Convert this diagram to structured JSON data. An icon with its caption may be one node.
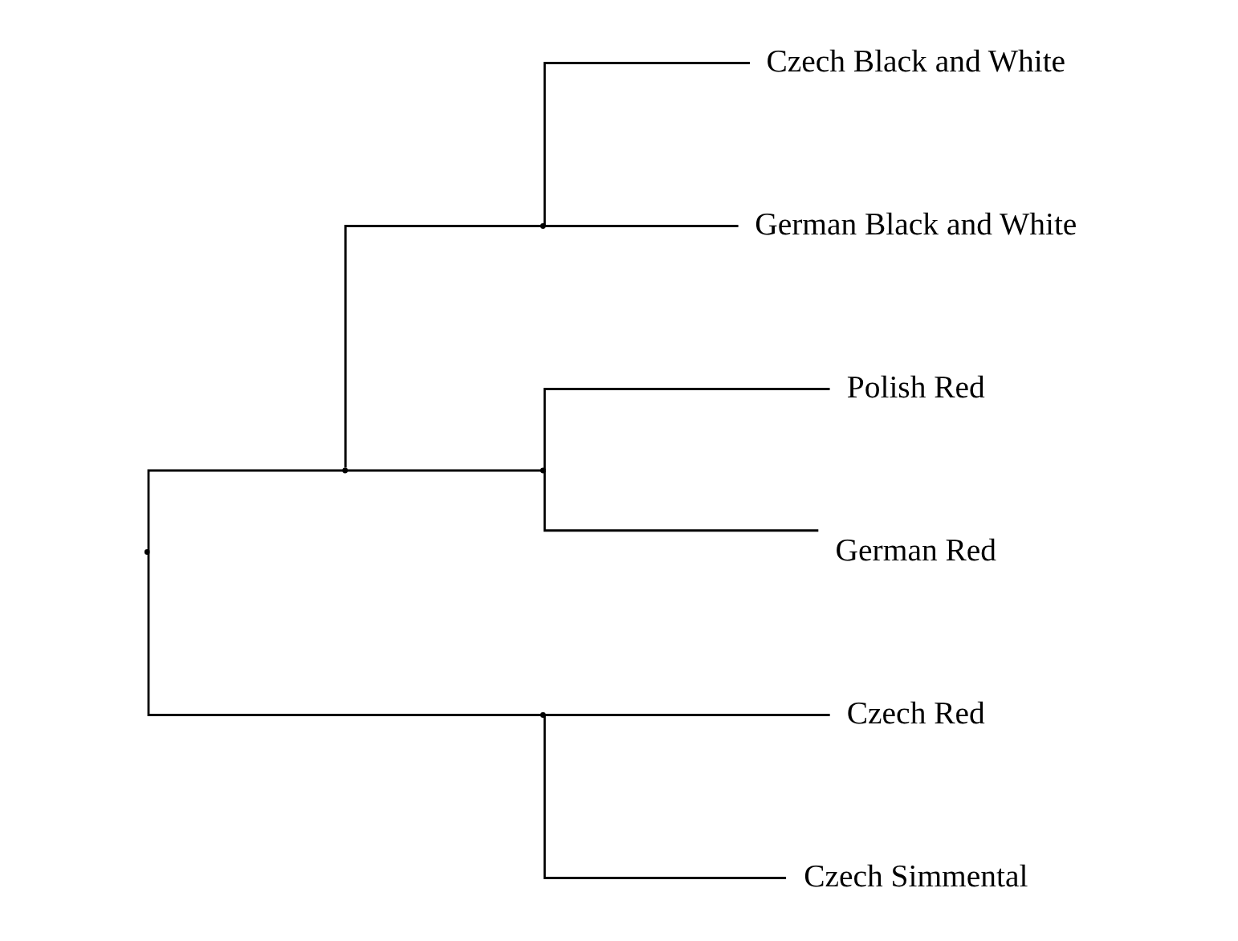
{
  "diagram": {
    "nodes": [
      {
        "text": [],
        "shape": "point"
      },
      {
        "text": [],
        "shape": "point"
      },
      {
        "text": [],
        "shape": "point"
      },
      {
        "text": [],
        "shape": "point"
      },
      {
        "text": [],
        "shape": "point"
      },
      {
        "text": [
          "Czech Black and White"
        ]
      },
      {
        "text": [
          "German Black and White"
        ]
      },
      {
        "text": [
          "Polish Red"
        ]
      },
      {
        "text": [
          "German Red"
        ]
      },
      {
        "text": [
          "Czech Red"
        ]
      },
      {
        "text": [
          "Czech Simmental"
        ]
      }
    ],
    "edges": [
      {
        "from": 0,
        "to": 1,
        "arrow": "none"
      },
      {
        "from": 0,
        "to": 4,
        "arrow": "none"
      },
      {
        "from": 1,
        "to": 2,
        "arrow": "none"
      },
      {
        "from": 1,
        "to": 3,
        "arrow": "none"
      },
      {
        "from": 2,
        "to": 5,
        "arrow": "none"
      },
      {
        "from": 2,
        "to": 6,
        "arrow": "none"
      },
      {
        "from": 3,
        "to": 7,
        "arrow": "none"
      },
      {
        "from": 3,
        "to": 8,
        "arrow": "none"
      },
      {
        "from": 4,
        "to": 9,
        "arrow": "none"
      },
      {
        "from": 4,
        "to": 10,
        "arrow": "none"
      }
    ]
  }
}
